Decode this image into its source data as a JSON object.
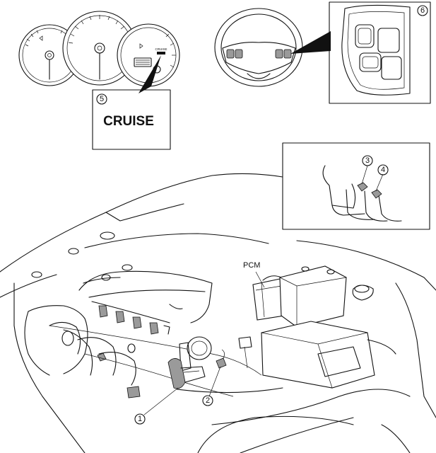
{
  "callouts": {
    "n1": "1",
    "n2": "2",
    "n3": "3",
    "n4": "4",
    "n5": "5",
    "n6": "6"
  },
  "labels": {
    "pcm": "PCM",
    "cruise": "CRUISE",
    "cluster_cruise": "CRUISE"
  }
}
